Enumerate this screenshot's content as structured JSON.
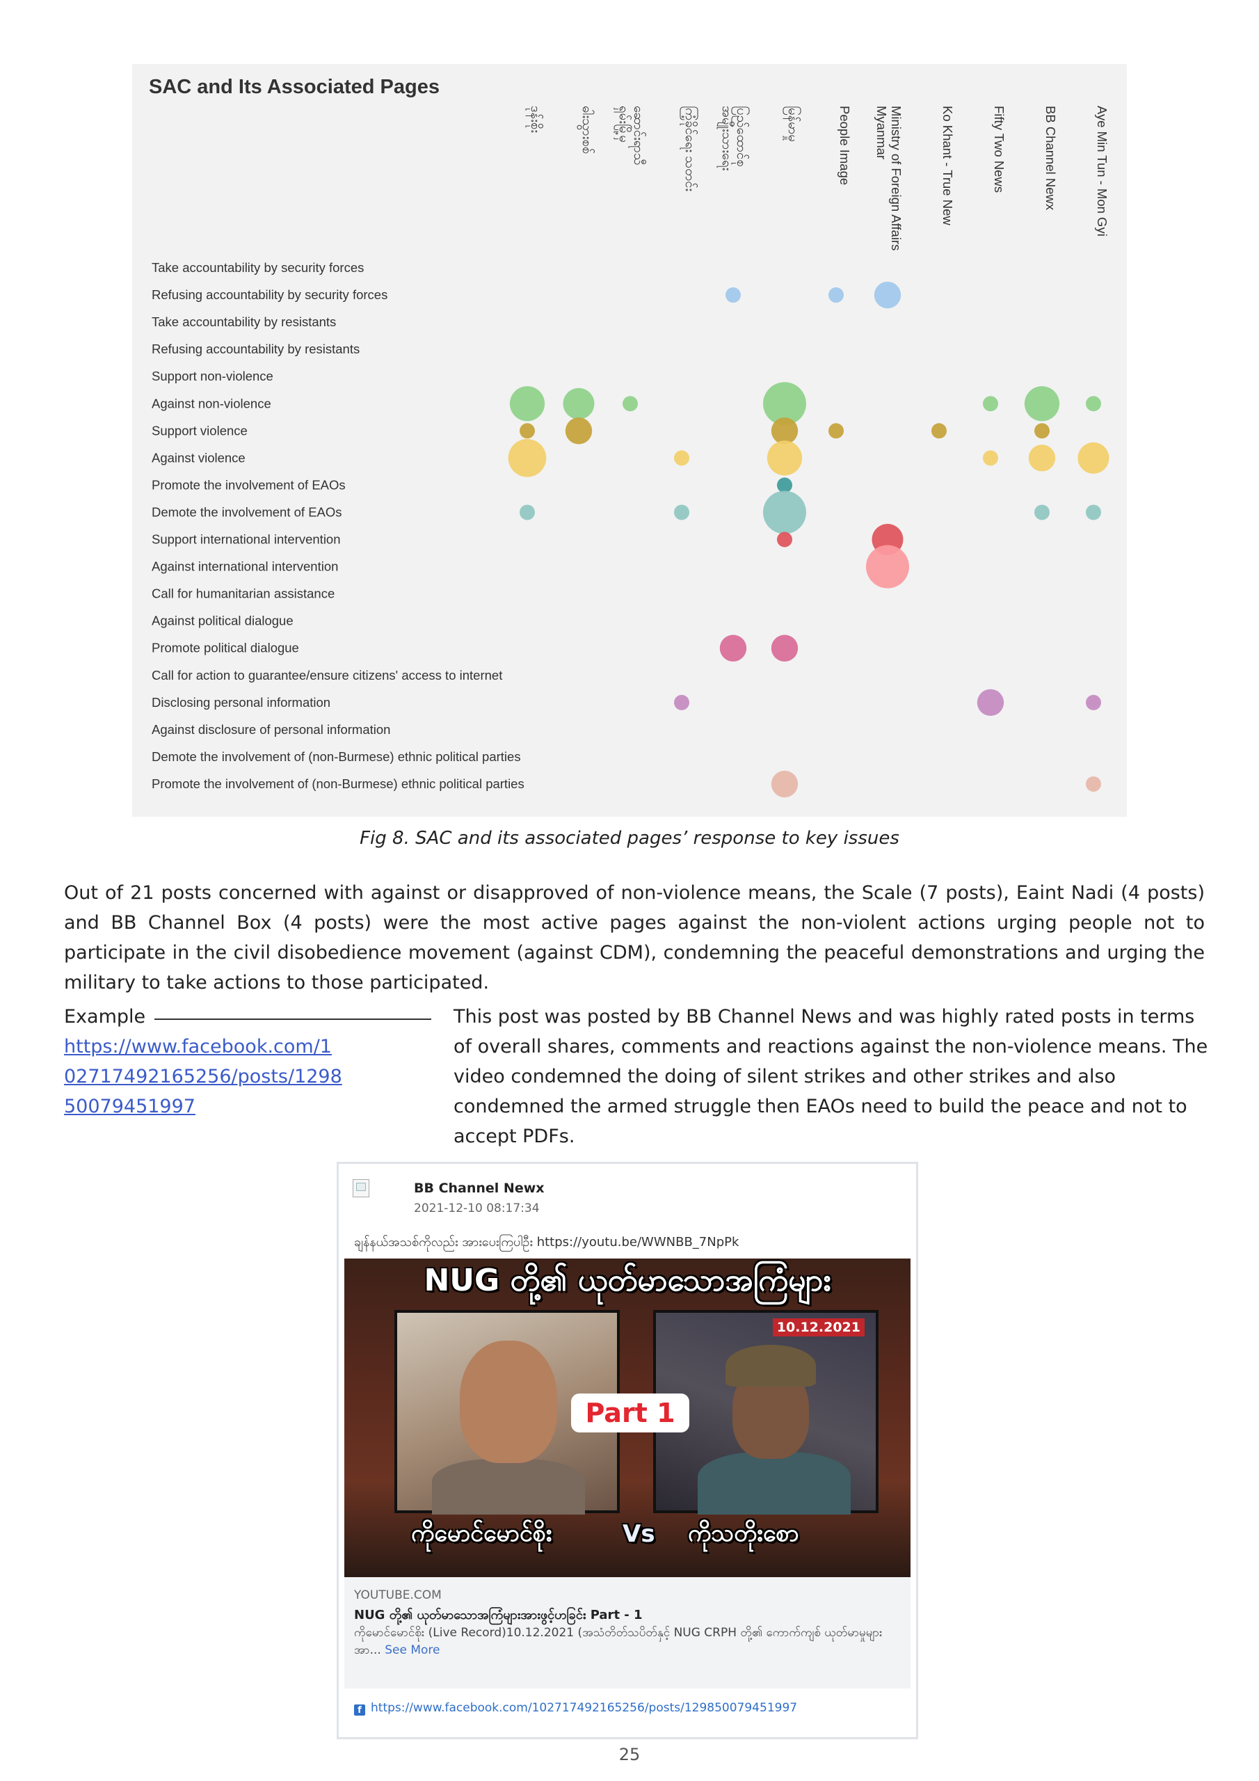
{
  "chart_data": {
    "type": "bubble-matrix",
    "title": "SAC and Its Associated Pages",
    "columns": [
      "ဒုန်းစိုး",
      "ဓါးသွားစစ်",
      "ဆောင်းရာသီ ရှမ်းမြို့မှ",
      "ကြံ့ခိုင်ရေး သတင်း",
      "ပြည်ထောင်စု အမျိုးသားရေး",
      "မြန်မာမှု",
      "People Image",
      "Ministry of Foreign Affairs Myanmar",
      "Ko Khant - True New",
      "Fifty Two News",
      "BB Channel Newx",
      "Aye Min Tun - Mon Gyi"
    ],
    "rows": [
      "Take accountability by security forces",
      "Refusing accountability by security forces",
      "Take accountability by resistants",
      "Refusing accountability by resistants",
      "Support non-violence",
      "Against non-violence",
      "Support violence",
      "Against violence",
      "Promote the involvement of EAOs",
      "Demote the involvement of EAOs",
      "Support international intervention",
      "Against international intervention",
      "Call for humanitarian assistance",
      "Against political dialogue",
      "Promote political dialogue",
      "Call for action to guarantee/ensure citizens' access to internet",
      "Disclosing personal information",
      "Against disclosure of personal information",
      "Demote the involvement of (non-Burmese) ethnic political parties",
      "Promote the involvement of (non-Burmese) ethnic political parties"
    ],
    "row_colors": [
      "#9fc8ec",
      "#9fc8ec",
      "#9fc8ec",
      "#9fc8ec",
      "#8fd18a",
      "#8fd18a",
      "#c5a23a",
      "#f2cf69",
      "#3e9a9a",
      "#8fc7c1",
      "#e0525a",
      "#fb9aa0",
      "#d7c7a0",
      "#d7c7a0",
      "#d96b98",
      "#b9a0d0",
      "#c58ac0",
      "#c58ac0",
      "#e6b7a8",
      "#e6b7a8"
    ],
    "points": [
      {
        "row": 1,
        "col": 4,
        "value": 1
      },
      {
        "row": 1,
        "col": 6,
        "value": 1
      },
      {
        "row": 1,
        "col": 7,
        "value": 2
      },
      {
        "row": 5,
        "col": 0,
        "value": 4
      },
      {
        "row": 5,
        "col": 1,
        "value": 3
      },
      {
        "row": 5,
        "col": 2,
        "value": 1
      },
      {
        "row": 5,
        "col": 5,
        "value": 7
      },
      {
        "row": 5,
        "col": 9,
        "value": 1
      },
      {
        "row": 5,
        "col": 10,
        "value": 4
      },
      {
        "row": 5,
        "col": 11,
        "value": 1
      },
      {
        "row": 6,
        "col": 0,
        "value": 1
      },
      {
        "row": 6,
        "col": 1,
        "value": 2
      },
      {
        "row": 6,
        "col": 5,
        "value": 2
      },
      {
        "row": 6,
        "col": 6,
        "value": 1
      },
      {
        "row": 6,
        "col": 8,
        "value": 1
      },
      {
        "row": 6,
        "col": 10,
        "value": 1
      },
      {
        "row": 7,
        "col": 0,
        "value": 5
      },
      {
        "row": 7,
        "col": 3,
        "value": 1
      },
      {
        "row": 7,
        "col": 5,
        "value": 4
      },
      {
        "row": 7,
        "col": 9,
        "value": 1
      },
      {
        "row": 7,
        "col": 10,
        "value": 2
      },
      {
        "row": 7,
        "col": 11,
        "value": 3
      },
      {
        "row": 8,
        "col": 5,
        "value": 1
      },
      {
        "row": 9,
        "col": 0,
        "value": 1
      },
      {
        "row": 9,
        "col": 3,
        "value": 1
      },
      {
        "row": 9,
        "col": 5,
        "value": 7
      },
      {
        "row": 9,
        "col": 10,
        "value": 1
      },
      {
        "row": 9,
        "col": 11,
        "value": 1
      },
      {
        "row": 10,
        "col": 5,
        "value": 1
      },
      {
        "row": 10,
        "col": 7,
        "value": 3
      },
      {
        "row": 11,
        "col": 7,
        "value": 7
      },
      {
        "row": 14,
        "col": 4,
        "value": 2
      },
      {
        "row": 14,
        "col": 5,
        "value": 2
      },
      {
        "row": 16,
        "col": 3,
        "value": 1
      },
      {
        "row": 16,
        "col": 9,
        "value": 2
      },
      {
        "row": 16,
        "col": 11,
        "value": 1
      },
      {
        "row": 19,
        "col": 5,
        "value": 2
      },
      {
        "row": 19,
        "col": 11,
        "value": 1
      }
    ]
  },
  "caption": "Fig 8. SAC and its associated pages’ response to key issues",
  "body_paragraph": "Out of 21 posts concerned with against or disapproved of non-violence means, the Scale (7 posts), Eaint Nadi (4 posts) and BB Channel Box (4 posts) were the most active pages against the non-violent actions urging people not to participate in the civil disobedience movement (against CDM), condemning the peaceful demonstrations and urging the military to take actions to those participated.",
  "example": {
    "label": "Example",
    "link_text": "https://www.facebook.com/102717492165256/posts/129850079451997"
  },
  "description": "This post was posted by BB Channel News and was highly rated posts in terms of overall shares, comments and reactions against the non-violence means. The video condemned the doing of silent strikes and other strikes and also condemned the armed struggle then EAOs need to build the peace and not to accept PDFs.",
  "post": {
    "author": "BB Channel Newx",
    "timestamp": "2021-12-10 08:17:34",
    "text": "ချန်နယ်အသစ်ကိုလည်း အားပေးကြပါဦး https://youtu.be/WWNBB_7NpPk",
    "thumbnail": {
      "title": "NUG တို့၏ ယုတ်မာသောအကြံများ",
      "date": "10.12.2021",
      "part": "Part 1",
      "left_name": "ကိုမောင်မောင်စိုး",
      "vs": "Vs",
      "right_name": "ကိုသတိုးစော"
    },
    "link_preview": {
      "domain": "YOUTUBE.COM",
      "title": "NUG တို့၏ ယုတ်မာသောအကြံများအားဖွင့်ဟခြင်း Part - 1",
      "description": "ကိုမောင်မောင်စိုး (Live Record)10.12.2021 (အသံတိတ်သပိတ်နှင့် NUG CRPH တို့၏ ကောက်ကျစ် ယုတ်မာမှုများအာ...",
      "see_more": "See More"
    },
    "footer_link": "https://www.facebook.com/102717492165256/posts/129850079451997"
  },
  "page_number": "25"
}
